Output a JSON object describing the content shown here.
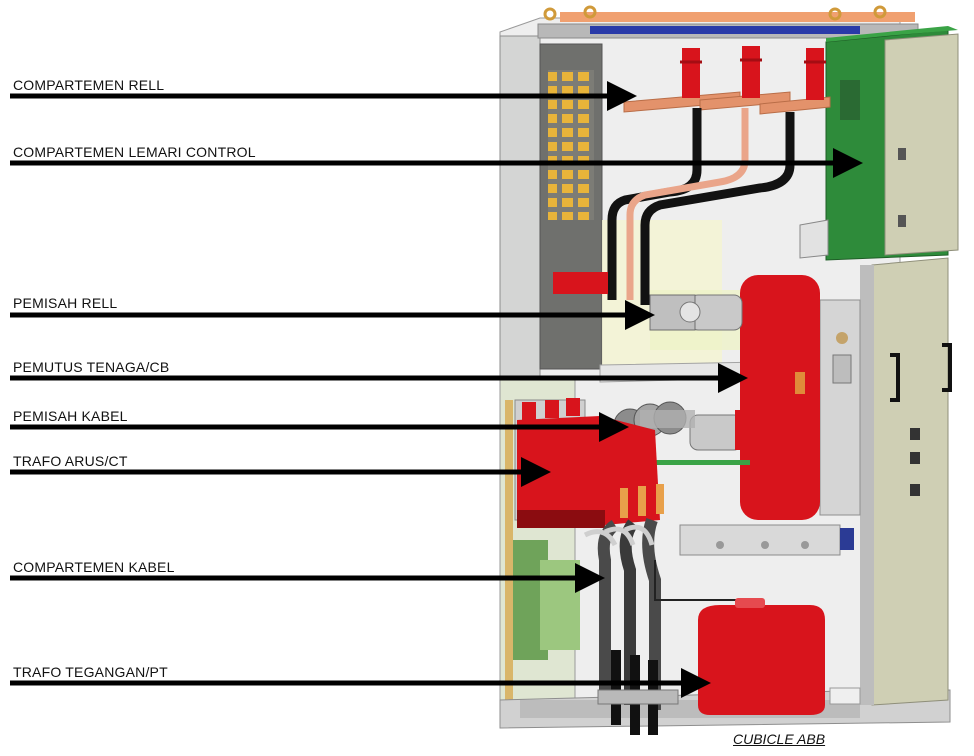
{
  "labels": [
    {
      "id": "compartemen-rell",
      "text": "COMPARTEMEN RELL"
    },
    {
      "id": "compartemen-lemari-control",
      "text": "COMPARTEMEN LEMARI CONTROL"
    },
    {
      "id": "pemisah-rell",
      "text": "PEMISAH  RELL"
    },
    {
      "id": "pemutus-tenaga",
      "text": "PEMUTUS  TENAGA/CB"
    },
    {
      "id": "pemisah-kabel",
      "text": "PEMISAH  KABEL"
    },
    {
      "id": "trafo-arus",
      "text": "TRAFO ARUS/CT"
    },
    {
      "id": "compartemen-kabel",
      "text": "COMPARTEMEN KABEL"
    },
    {
      "id": "trafo-tegangan",
      "text": "TRAFO TEGANGAN/PT"
    }
  ],
  "caption": "CUBICLE ABB",
  "colors": {
    "cabinet_frame": "#c9cacb",
    "door_panel": "#cfcfb4",
    "control_panel": "#2e8b3a",
    "component_red": "#d8141c",
    "copper": "#e3926b",
    "cable_black": "#121212",
    "grill_yellow": "#e8b43a",
    "arrow": "#000000"
  }
}
